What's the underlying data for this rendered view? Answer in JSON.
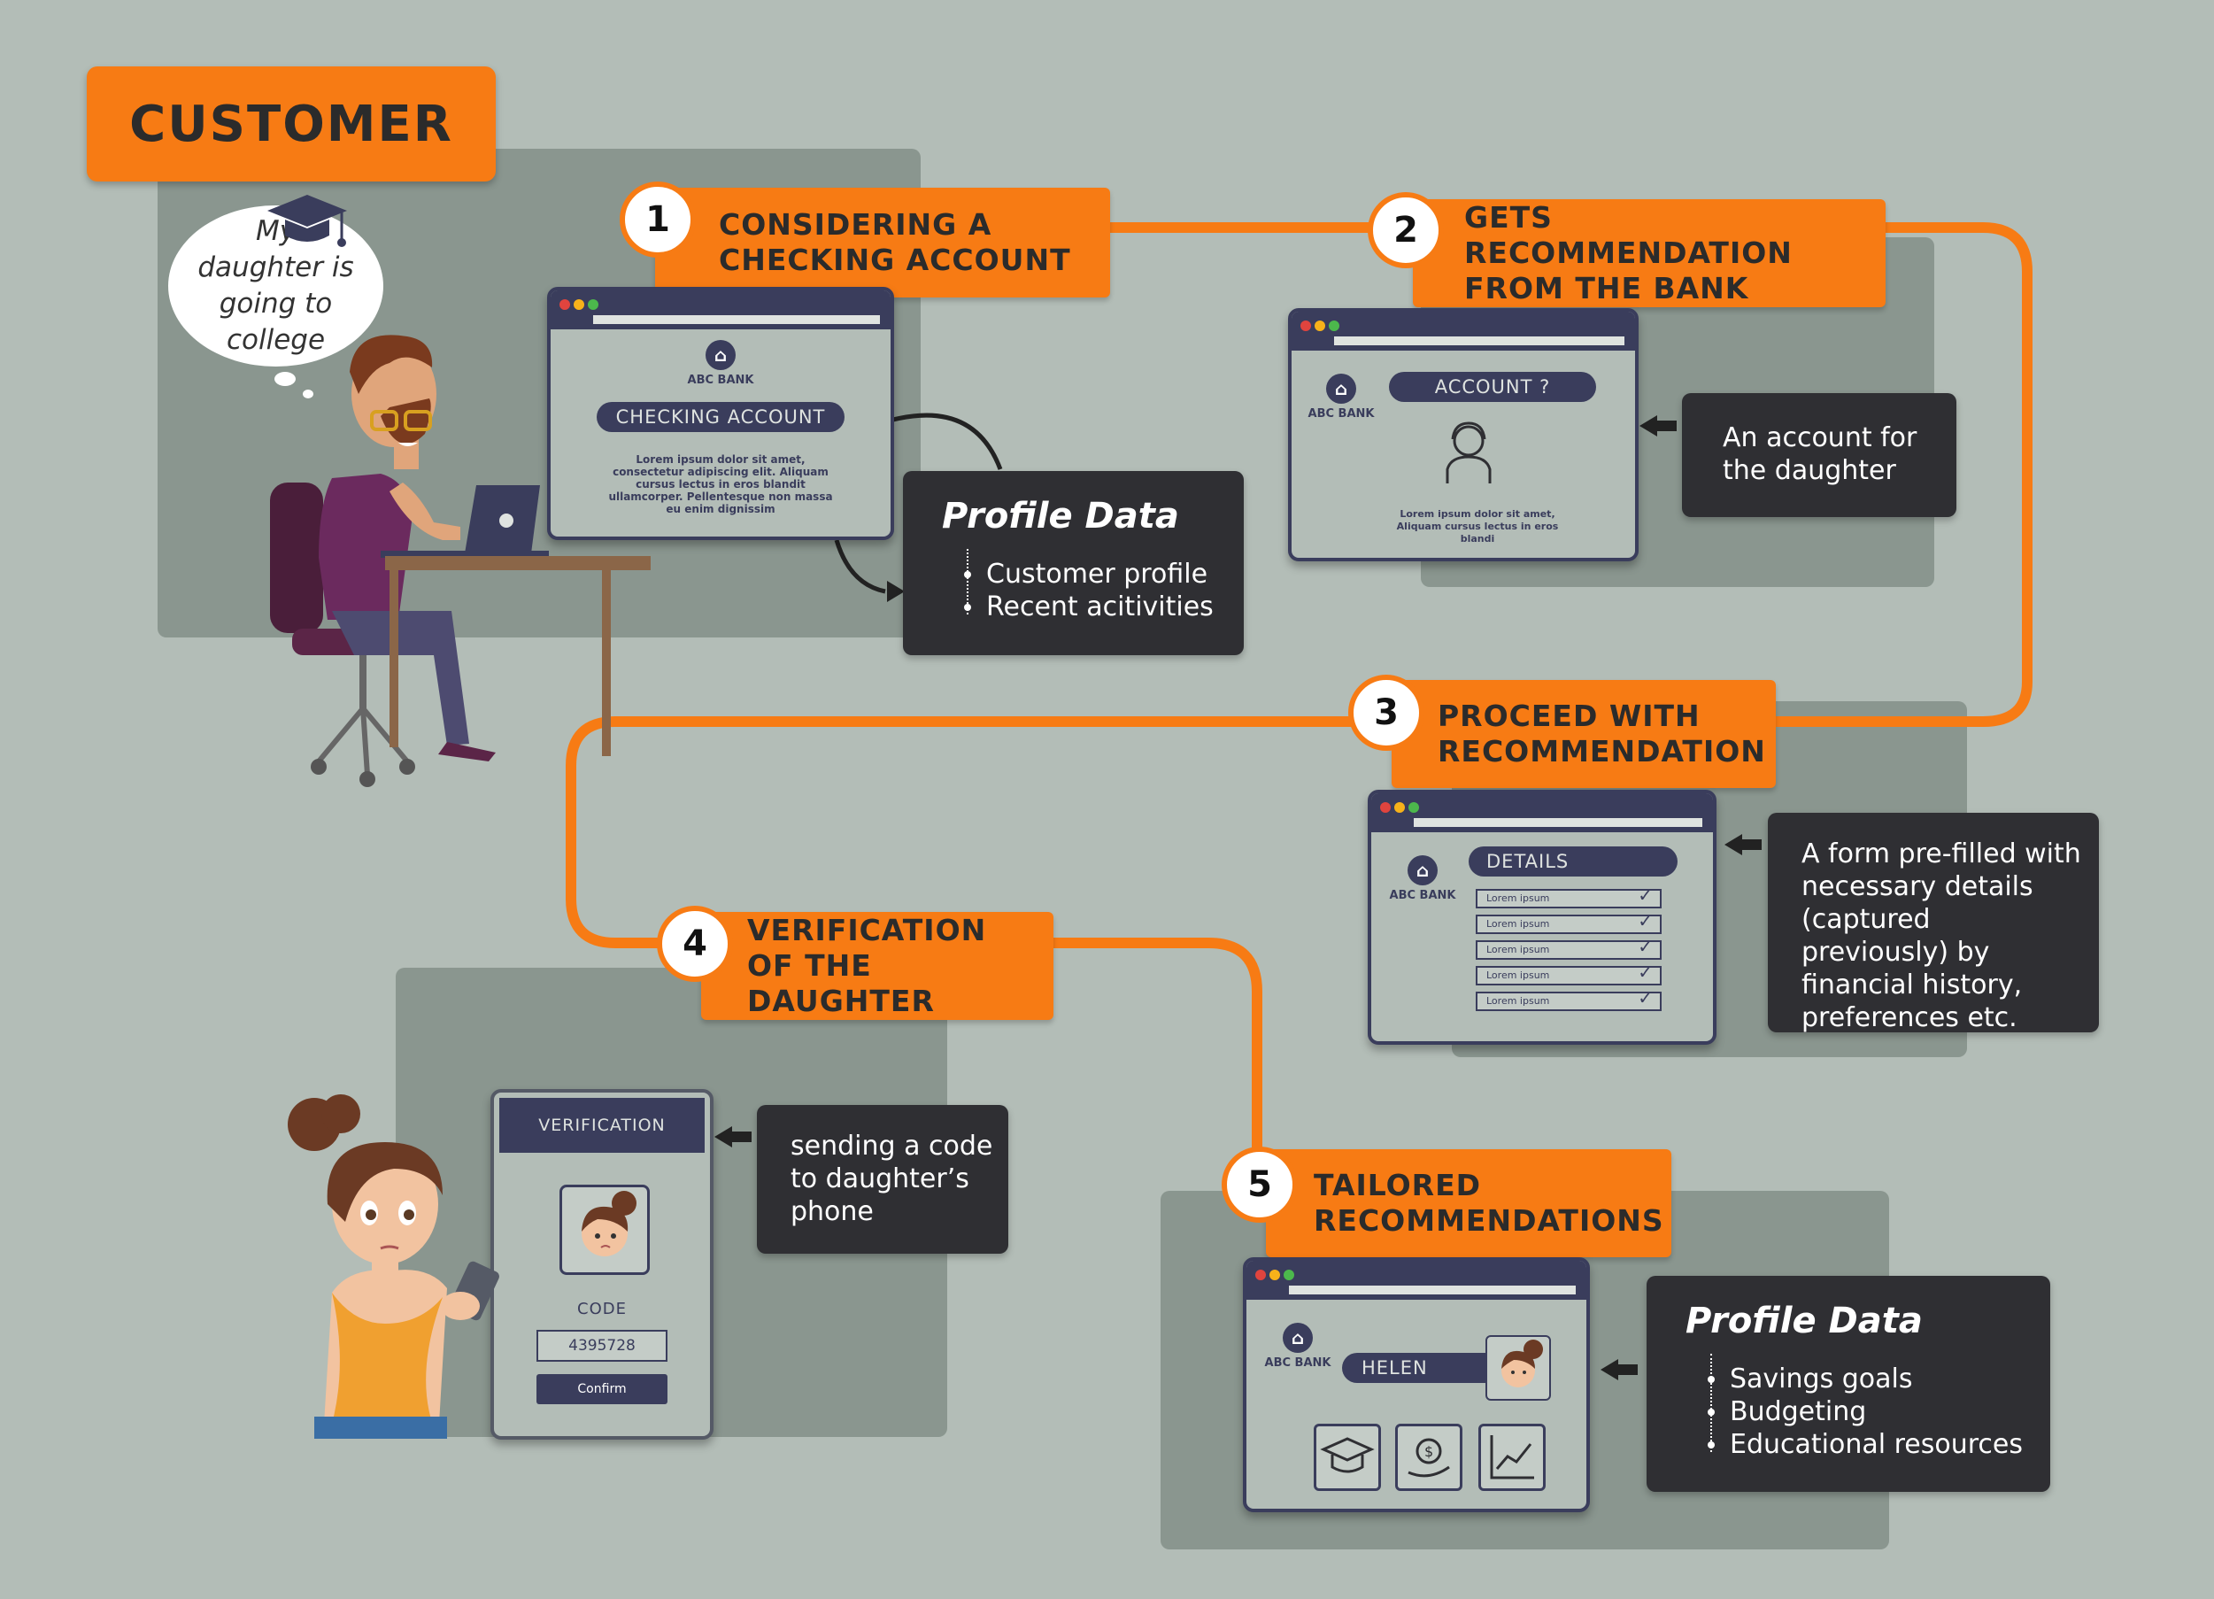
{
  "header": {
    "title": "CUSTOMER"
  },
  "thought_bubble": {
    "text": "My daughter is going to college"
  },
  "steps": [
    {
      "number": "1",
      "label": "CONSIDERING A CHECKING ACCOUNT"
    },
    {
      "number": "2",
      "label": "GETS RECOMMENDATION FROM THE BANK"
    },
    {
      "number": "3",
      "label": "PROCEED WITH RECOMMENDATION"
    },
    {
      "number": "4",
      "label": "VERIFICATION OF THE DAUGHTER"
    },
    {
      "number": "5",
      "label": "TAILORED RECOMMENDATIONS"
    }
  ],
  "bank_name": "ABC BANK",
  "screen1": {
    "pill": "CHECKING ACCOUNT",
    "lorem": "Lorem ipsum dolor sit amet, consectetur adipiscing elit. Aliquam cursus lectus in eros blandit ullamcorper. Pellentesque non massa eu enim dignissim"
  },
  "screen2": {
    "pill": "ACCOUNT ?",
    "lorem": "Lorem ipsum dolor sit amet, Aliquam cursus lectus in eros blandi"
  },
  "screen3": {
    "pill": "DETAILS",
    "rows": [
      "Lorem ipsum",
      "Lorem ipsum",
      "Lorem ipsum",
      "Lorem ipsum",
      "Lorem ipsum"
    ]
  },
  "phone": {
    "header": "VERIFICATION",
    "code_label": "CODE",
    "code_value": "4395728",
    "confirm": "Confirm"
  },
  "screen5": {
    "name": "HELEN"
  },
  "profile_data_1": {
    "title": "Profile Data",
    "items": [
      "Customer profile",
      "Recent acitivities"
    ]
  },
  "note_2": "An account for the daughter",
  "note_3": "A form pre-filled with necessary details (captured previously) by financial history, preferences etc.",
  "note_4": "sending a code to daughter’s phone",
  "profile_data_5": {
    "title": "Profile Data",
    "items": [
      "Savings goals",
      "Budgeting",
      "Educational resources"
    ]
  },
  "colors": {
    "orange": "#f77b14",
    "dark": "#2f2f33",
    "navy": "#3a3d5c",
    "background": "#b3bdb7",
    "panel": "#8a968f"
  }
}
